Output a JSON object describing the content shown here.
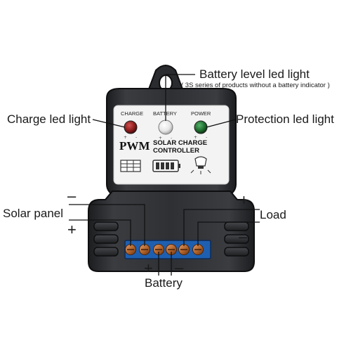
{
  "annotations": {
    "battery_led": "Battery level led light",
    "battery_led_note": "( 3S series of products without a battery indicator )",
    "charge_led": "Charge led light",
    "protection_led": "Protection led light",
    "solar_panel": "Solar panel",
    "load": "Load",
    "battery": "Battery"
  },
  "polarity": {
    "solar_minus": "–",
    "solar_plus": "+",
    "load_plus": "+",
    "load_minus": "–",
    "battery_plus": "+",
    "battery_minus": "–"
  },
  "device": {
    "led_labels": [
      "CHARGE",
      "BATTERY",
      "POWER"
    ],
    "led_colors": [
      "#8a1c1c",
      "#f2f2f2",
      "#1f6b2e"
    ],
    "brand": "PWM",
    "title_line1": "SOLAR CHARGE",
    "title_line2": "CONTROLLER",
    "icons": [
      "solar-panel-icon",
      "battery-icon",
      "lamp-icon"
    ]
  },
  "colors": {
    "housing": "#2b2d30",
    "housing_edge": "#111214",
    "faceplate": "#f3f3f3",
    "terminal_copper": "#b5662d",
    "terminal_block": "#1f5fb0",
    "leader_line": "#111111"
  }
}
